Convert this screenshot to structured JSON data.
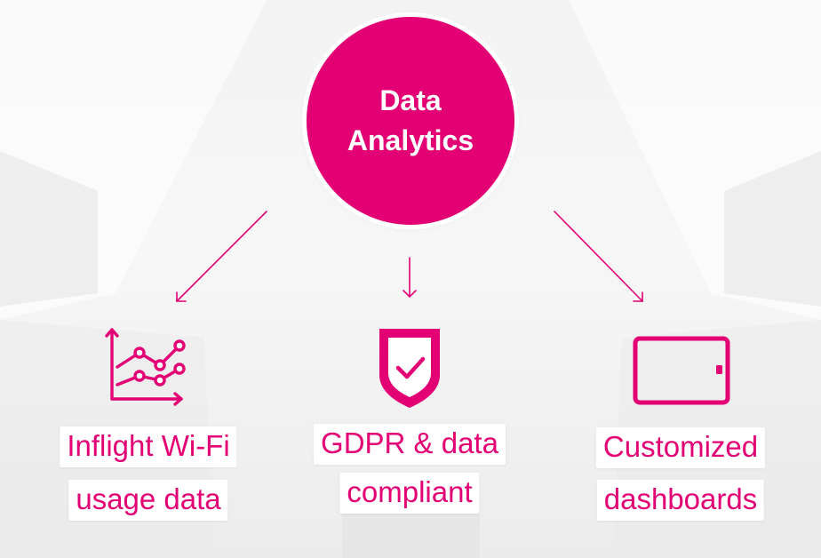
{
  "hub": {
    "line1": "Data",
    "line2": "Analytics"
  },
  "branches": [
    {
      "icon": "line-chart-icon",
      "line1": "Inflight Wi-Fi",
      "line2": "usage data"
    },
    {
      "icon": "shield-check-icon",
      "line1": "GDPR & data",
      "line2": "compliant"
    },
    {
      "icon": "tablet-icon",
      "line1": "Customized",
      "line2": "dashboards"
    }
  ],
  "colors": {
    "accent": "#e20074",
    "label_bg": "#ffffff",
    "background": "#f3f3f3"
  }
}
